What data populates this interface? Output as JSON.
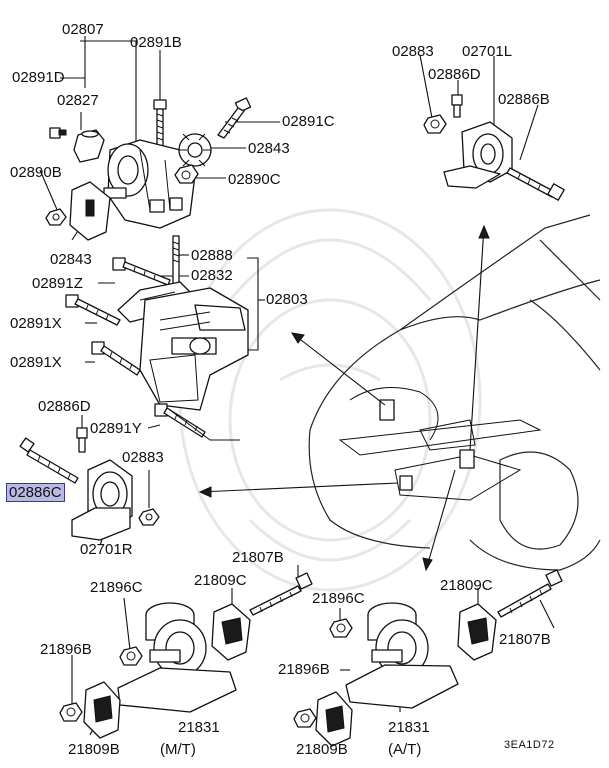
{
  "labels": {
    "p02807": "02807",
    "p02891b": "02891B",
    "p02891d": "02891D",
    "p02827": "02827",
    "p02891c": "02891C",
    "p02843_top": "02843",
    "p02890c": "02890C",
    "p02890b": "02890B",
    "p02843_left": "02843",
    "p02888": "02888",
    "p02832": "02832",
    "p02891z": "02891Z",
    "p02803": "02803",
    "p02891x_a": "02891X",
    "p02891x_b": "02891X",
    "p02883_tr": "02883",
    "p02701l": "02701L",
    "p02886d_tr": "02886D",
    "p02886b": "02886B",
    "p02886d_l": "02886D",
    "p02891y": "02891Y",
    "p02886c": "02886C",
    "p02883_l": "02883",
    "p02701r": "02701R",
    "p21807b_mt": "21807B",
    "p21896c_mt": "21896C",
    "p21809c_mt": "21809C",
    "p21896b_mt": "21896B",
    "p21831_mt": "21831",
    "p21809b_mt": "21809B",
    "variant_mt": "(M/T)",
    "p21896c_at": "21896C",
    "p21809c_at": "21809C",
    "p21807b_at": "21807B",
    "p21896b_at": "21896B",
    "p21831_at": "21831",
    "p21809b_at": "21809B",
    "variant_at": "(A/T)",
    "diagram_code": "3EA1D72"
  },
  "highlighted_part": "02886C"
}
